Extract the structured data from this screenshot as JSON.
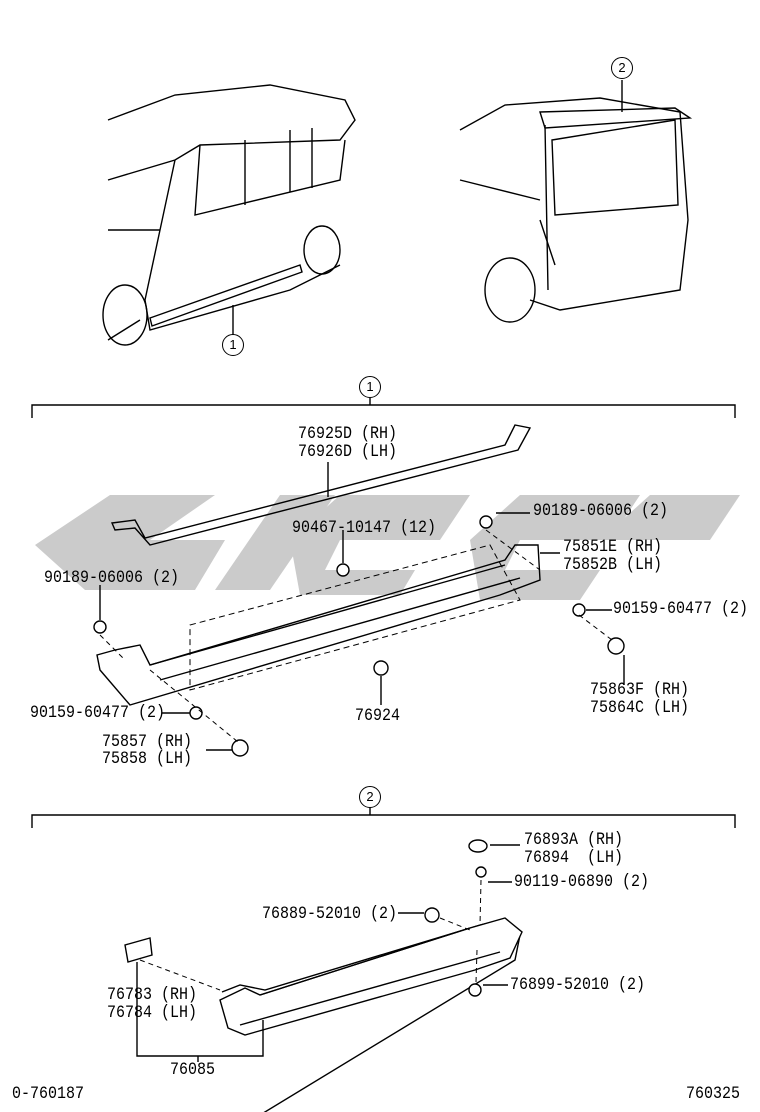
{
  "callouts": {
    "rear_spoiler": "2",
    "side_skirt": "1",
    "section1": "1",
    "section2": "2"
  },
  "section1": {
    "moulding_rh": "76925D (RH)",
    "moulding_lh": "76926D (LH)",
    "nut_right": "90189-06006 (2)",
    "clip_12": "90467-10147 (12)",
    "skirt_rh": "75851E (RH)",
    "skirt_lh": "75852B (LH)",
    "nut_left": "90189-06006 (2)",
    "screw_right": "90159-60477 (2)",
    "cap_right_rh": "75863F (RH)",
    "cap_right_lh": "75864C (LH)",
    "screw_left": "90159-60477 (2)",
    "clip_center": "76924",
    "cap_left_rh": "75857 (RH)",
    "cap_left_lh": "75858 (LH)"
  },
  "section2": {
    "cover_rh": "76893A (RH)",
    "cover_lh": "76894  (LH)",
    "screw": "90119-06890 (2)",
    "grommet": "76889-52010 (2)",
    "clip": "76899-52010 (2)",
    "end_rh": "76783 (RH)",
    "end_lh": "76784 (LH)",
    "spoiler_assy": "76085"
  },
  "footer": {
    "left_code": "0-760187",
    "right_code": "760325"
  },
  "watermark_color": "#c8c8c8"
}
